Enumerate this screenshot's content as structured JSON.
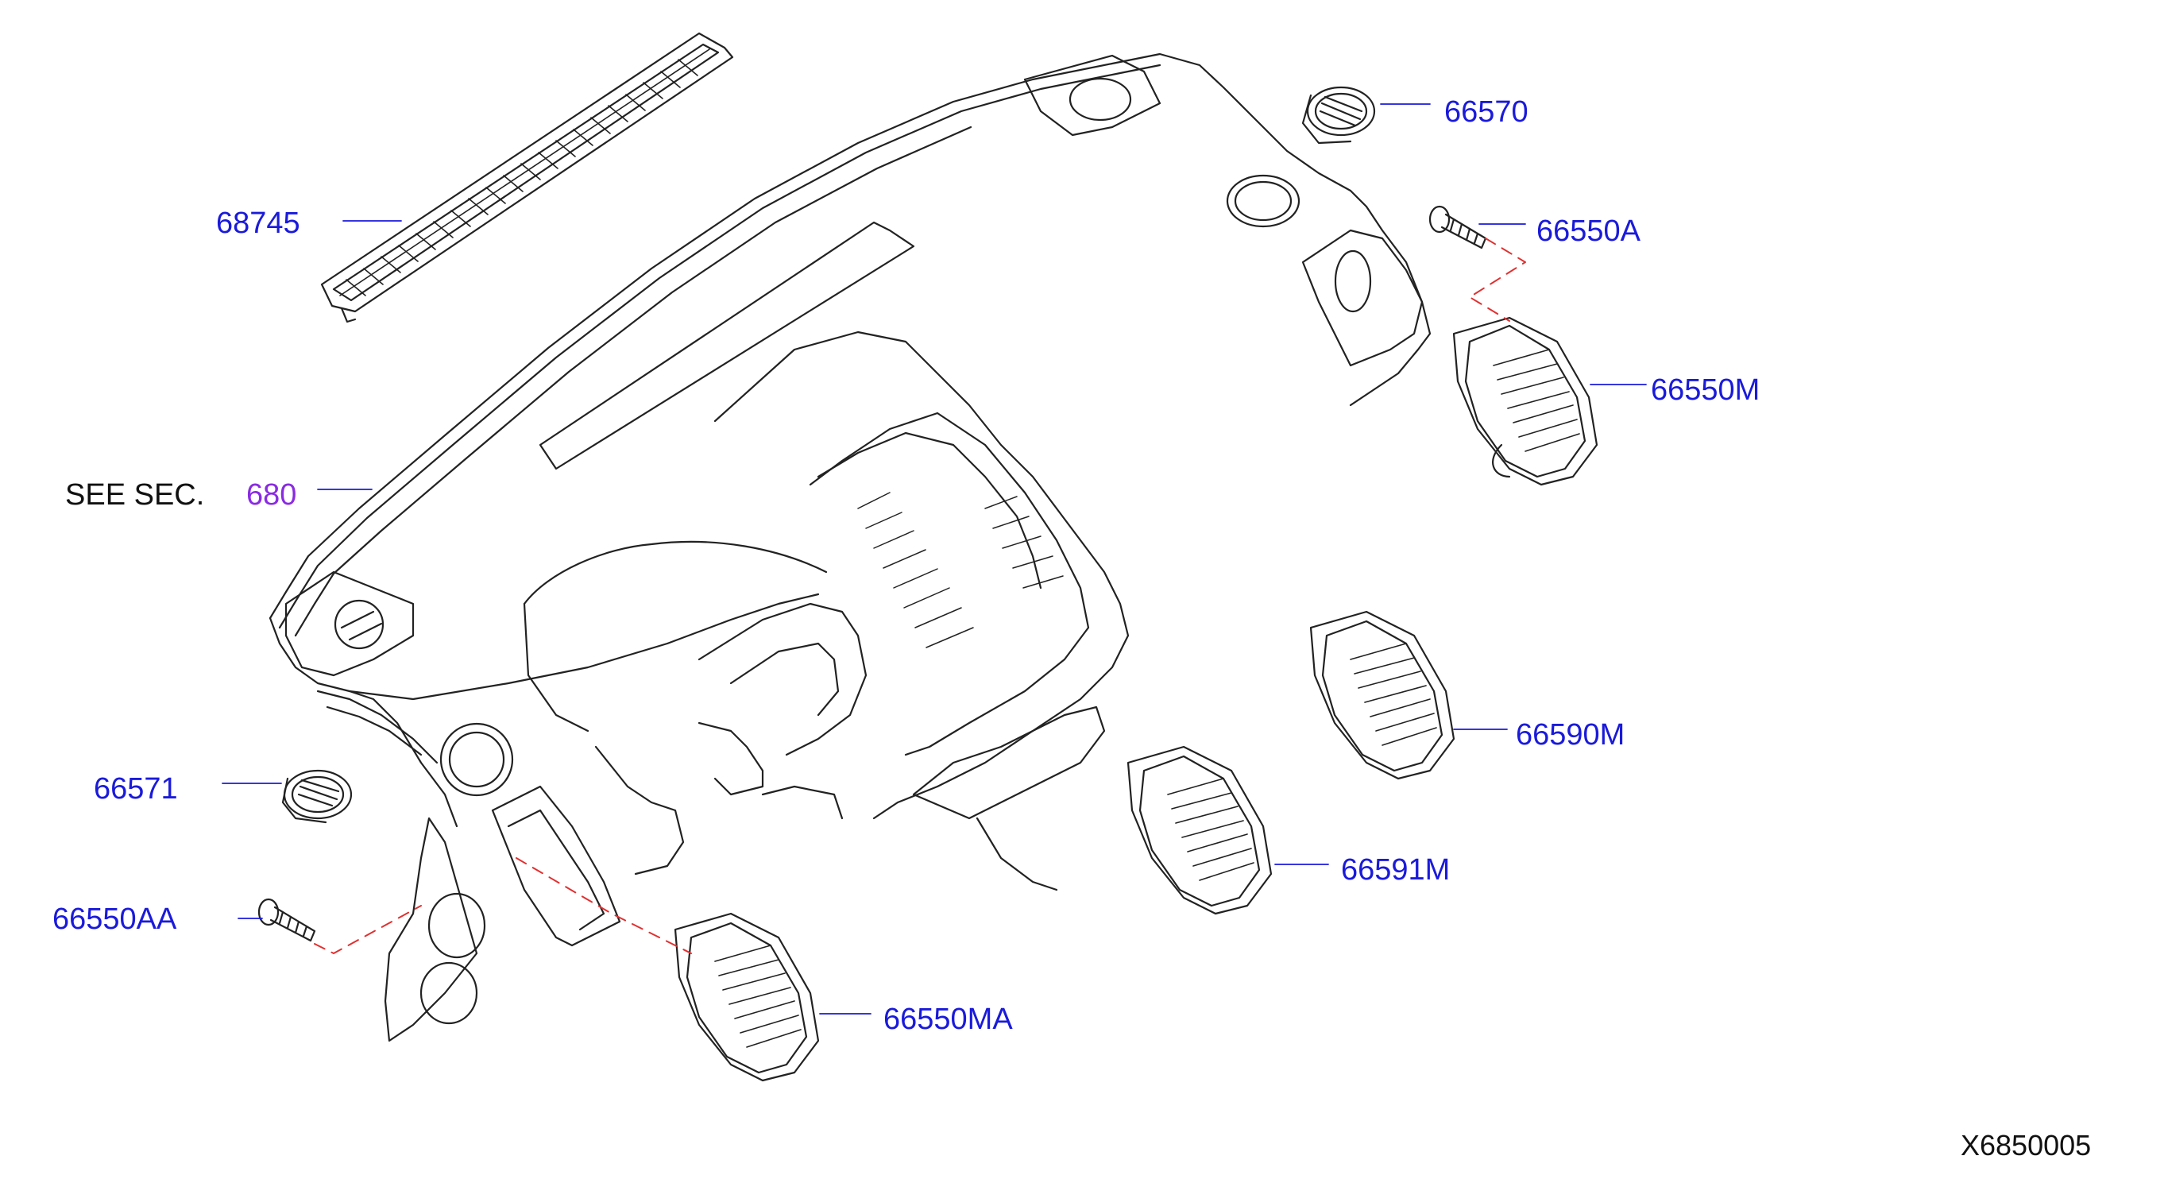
{
  "diagram": {
    "labels": {
      "p68745": "68745",
      "p66570": "66570",
      "p66550A": "66550A",
      "p66550M": "66550M",
      "see_text": "SEE  SEC.",
      "see_sec": "680",
      "p66590M": "66590M",
      "p66571": "66571",
      "p66591M": "66591M",
      "p66550AA": "66550AA",
      "p66550MA": "66550MA",
      "drawing_code": "X6850005"
    },
    "colors": {
      "part_number": "#1a1adb",
      "section_ref": "#8a2be2",
      "leader": "#1a1adb",
      "dashed": "#e03030",
      "outline": "#222222"
    }
  }
}
